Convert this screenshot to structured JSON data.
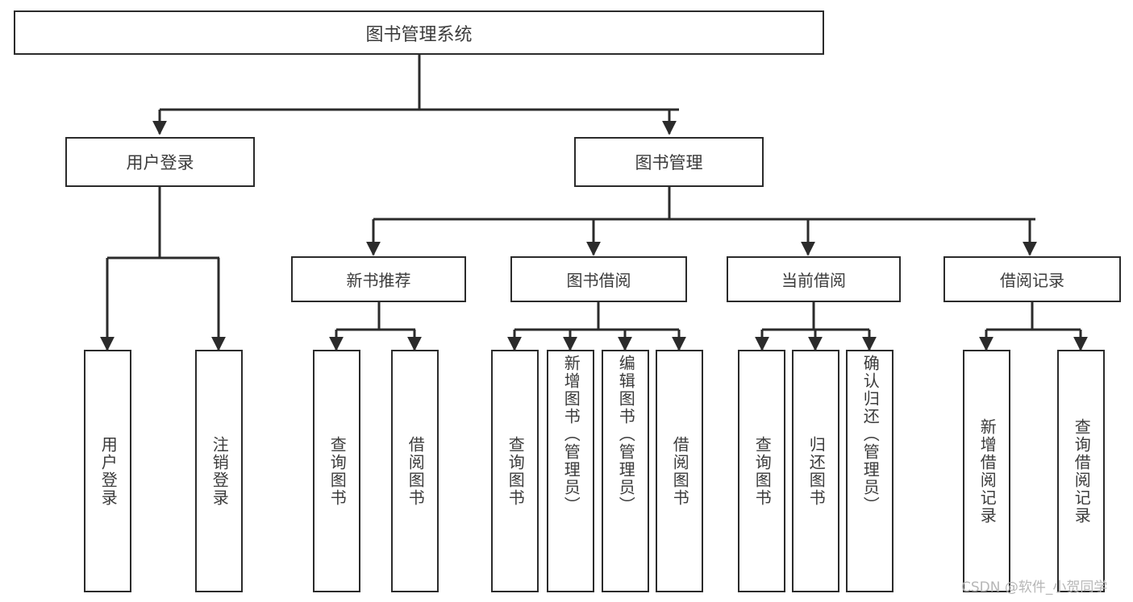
{
  "diagram": {
    "title": "图书管理系统",
    "type": "hierarchy-tree",
    "watermark": "CSDN @软件_小贺同学",
    "colors": {
      "box_border": "#2b2b2b",
      "box_fill": "#ffffff",
      "text": "#3b3b3b",
      "connector": "#2b2b2b",
      "watermark": "#b7b7b7"
    },
    "nodes": {
      "root": {
        "label": "图书管理系统"
      },
      "level2": [
        {
          "id": "user-login",
          "label": "用户登录"
        },
        {
          "id": "book-manage",
          "label": "图书管理"
        }
      ],
      "level3": [
        {
          "id": "new-book-recommend",
          "label": "新书推荐"
        },
        {
          "id": "book-borrow",
          "label": "图书借阅"
        },
        {
          "id": "current-borrow",
          "label": "当前借阅"
        },
        {
          "id": "borrow-record",
          "label": "借阅记录"
        }
      ],
      "leaves": {
        "user_login": [
          {
            "id": "leaf-user-login",
            "label": "用户登录"
          },
          {
            "id": "leaf-logout",
            "label": "注销登录"
          }
        ],
        "new_book_recommend": [
          {
            "id": "leaf-query-book-1",
            "label": "查询图书"
          },
          {
            "id": "leaf-borrow-book-1",
            "label": "借阅图书"
          }
        ],
        "book_borrow": [
          {
            "id": "leaf-query-book-2",
            "label": "查询图书"
          },
          {
            "id": "leaf-add-book",
            "label": "新增图书（管理员）"
          },
          {
            "id": "leaf-edit-book",
            "label": "编辑图书（管理员）"
          },
          {
            "id": "leaf-borrow-book-2",
            "label": "借阅图书"
          }
        ],
        "current_borrow": [
          {
            "id": "leaf-query-book-3",
            "label": "查询图书"
          },
          {
            "id": "leaf-return-book",
            "label": "归还图书"
          },
          {
            "id": "leaf-confirm-return",
            "label": "确认归还（管理员）"
          }
        ],
        "borrow_record": [
          {
            "id": "leaf-add-record",
            "label": "新增借阅记录"
          },
          {
            "id": "leaf-query-record",
            "label": "查询借阅记录"
          }
        ]
      }
    }
  }
}
